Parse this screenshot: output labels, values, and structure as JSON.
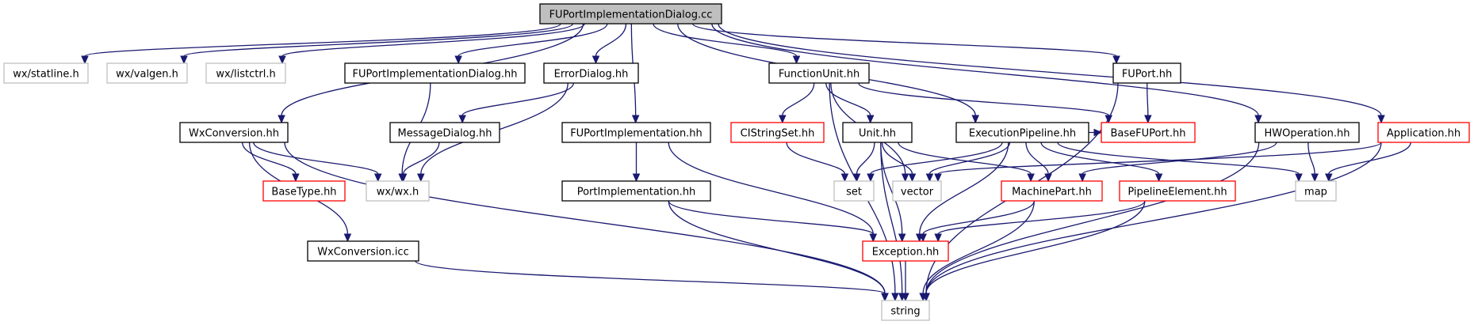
{
  "colors": {
    "edge": "#191970",
    "normal_border": "#000000",
    "ext_border": "#bfbfbf",
    "incomplete_border": "#ff0000",
    "root_fill": "#bfbfbf",
    "node_fill": "#ffffff"
  },
  "nodes": {
    "root": {
      "label": "FUPortImplementationDialog.cc",
      "kind": "root"
    },
    "statline": {
      "label": "wx/statline.h",
      "kind": "ext"
    },
    "valgen": {
      "label": "wx/valgen.h",
      "kind": "ext"
    },
    "listctrl": {
      "label": "wx/listctrl.h",
      "kind": "ext"
    },
    "dialog_hh": {
      "label": "FUPortImplementationDialog.hh",
      "kind": "normal"
    },
    "errordialog": {
      "label": "ErrorDialog.hh",
      "kind": "normal"
    },
    "functionunit": {
      "label": "FunctionUnit.hh",
      "kind": "normal"
    },
    "fuport": {
      "label": "FUPort.hh",
      "kind": "normal"
    },
    "wxconversion": {
      "label": "WxConversion.hh",
      "kind": "normal"
    },
    "messagedialog": {
      "label": "MessageDialog.hh",
      "kind": "normal"
    },
    "fuportimpl": {
      "label": "FUPortImplementation.hh",
      "kind": "normal"
    },
    "cistringset": {
      "label": "CIStringSet.hh",
      "kind": "incomplete"
    },
    "unit": {
      "label": "Unit.hh",
      "kind": "normal"
    },
    "execpipeline": {
      "label": "ExecutionPipeline.hh",
      "kind": "normal"
    },
    "basefuport": {
      "label": "BaseFUPort.hh",
      "kind": "incomplete"
    },
    "hwoperation": {
      "label": "HWOperation.hh",
      "kind": "normal"
    },
    "application": {
      "label": "Application.hh",
      "kind": "incomplete"
    },
    "basetype": {
      "label": "BaseType.hh",
      "kind": "incomplete"
    },
    "wxwx": {
      "label": "wx/wx.h",
      "kind": "ext"
    },
    "portimpl": {
      "label": "PortImplementation.hh",
      "kind": "normal"
    },
    "set": {
      "label": "set",
      "kind": "ext"
    },
    "vector": {
      "label": "vector",
      "kind": "ext"
    },
    "machinepart": {
      "label": "MachinePart.hh",
      "kind": "incomplete"
    },
    "pipelineelement": {
      "label": "PipelineElement.hh",
      "kind": "incomplete"
    },
    "map": {
      "label": "map",
      "kind": "ext"
    },
    "wxconversion_icc": {
      "label": "WxConversion.icc",
      "kind": "normal"
    },
    "exception": {
      "label": "Exception.hh",
      "kind": "incomplete"
    },
    "string": {
      "label": "string",
      "kind": "ext"
    }
  },
  "edges": [
    [
      "root",
      "statline"
    ],
    [
      "root",
      "valgen"
    ],
    [
      "root",
      "listctrl"
    ],
    [
      "root",
      "dialog_hh"
    ],
    [
      "root",
      "errordialog"
    ],
    [
      "root",
      "functionunit"
    ],
    [
      "root",
      "fuport"
    ],
    [
      "root",
      "wxconversion"
    ],
    [
      "root",
      "fuportimpl"
    ],
    [
      "root",
      "execpipeline"
    ],
    [
      "root",
      "hwoperation"
    ],
    [
      "root",
      "application"
    ],
    [
      "dialog_hh",
      "wxwx"
    ],
    [
      "errordialog",
      "messagedialog"
    ],
    [
      "errordialog",
      "wxwx"
    ],
    [
      "messagedialog",
      "wxwx"
    ],
    [
      "wxconversion",
      "wxwx"
    ],
    [
      "wxconversion",
      "basetype"
    ],
    [
      "wxconversion",
      "wxconversion_icc"
    ],
    [
      "wxconversion",
      "string"
    ],
    [
      "wxconversion_icc",
      "string"
    ],
    [
      "fuportimpl",
      "portimpl"
    ],
    [
      "fuportimpl",
      "exception"
    ],
    [
      "portimpl",
      "exception"
    ],
    [
      "portimpl",
      "string"
    ],
    [
      "functionunit",
      "cistringset"
    ],
    [
      "functionunit",
      "unit"
    ],
    [
      "functionunit",
      "vector"
    ],
    [
      "functionunit",
      "basefuport"
    ],
    [
      "functionunit",
      "string"
    ],
    [
      "cistringset",
      "set"
    ],
    [
      "unit",
      "set"
    ],
    [
      "unit",
      "vector"
    ],
    [
      "unit",
      "machinepart"
    ],
    [
      "unit",
      "exception"
    ],
    [
      "unit",
      "string"
    ],
    [
      "execpipeline",
      "basefuport"
    ],
    [
      "execpipeline",
      "set"
    ],
    [
      "execpipeline",
      "vector"
    ],
    [
      "execpipeline",
      "machinepart"
    ],
    [
      "execpipeline",
      "pipelineelement"
    ],
    [
      "execpipeline",
      "map"
    ],
    [
      "execpipeline",
      "exception"
    ],
    [
      "fuport",
      "basefuport"
    ],
    [
      "fuport",
      "string"
    ],
    [
      "hwoperation",
      "machinepart"
    ],
    [
      "hwoperation",
      "map"
    ],
    [
      "hwoperation",
      "string"
    ],
    [
      "application",
      "vector"
    ],
    [
      "application",
      "map"
    ],
    [
      "application",
      "string"
    ],
    [
      "machinepart",
      "exception"
    ],
    [
      "machinepart",
      "string"
    ],
    [
      "pipelineelement",
      "exception"
    ],
    [
      "pipelineelement",
      "string"
    ],
    [
      "exception",
      "string"
    ]
  ]
}
